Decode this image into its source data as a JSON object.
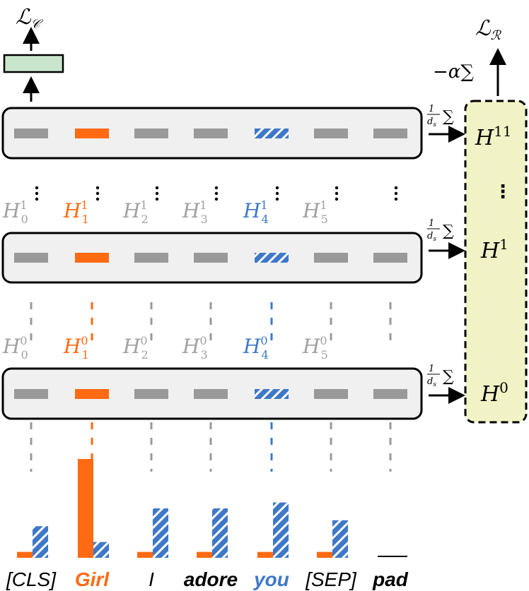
{
  "loss": {
    "classification": "ℒ",
    "classification_sub": "𝒞",
    "regularization": "ℒ",
    "regularization_sub": "ℛ",
    "alpha_sum": "−α∑"
  },
  "aggregation": {
    "scale_numerator": "1",
    "scale_denominator": "d",
    "scale_denominator_sub": "s",
    "sum_symbol": "∑"
  },
  "hidden_stack": {
    "labels": [
      {
        "base": "H",
        "sup": "11"
      },
      {
        "base": "H",
        "sup": "1"
      },
      {
        "base": "H",
        "sup": "0"
      }
    ],
    "ellipsis": "⋮"
  },
  "layers": [
    {
      "name": "layer-top"
    },
    {
      "name": "layer-1",
      "sup": "1"
    },
    {
      "name": "layer-0",
      "sup": "0"
    }
  ],
  "token_hidden_labels": {
    "base": "H",
    "indices": [
      "0",
      "1",
      "2",
      "3",
      "4",
      "5"
    ]
  },
  "tokens": [
    {
      "text": "[CLS]",
      "role": "normal"
    },
    {
      "text": "Girl",
      "role": "highlight"
    },
    {
      "text": "I",
      "role": "normal"
    },
    {
      "text": "adore",
      "role": "normal"
    },
    {
      "text": "you",
      "role": "blue"
    },
    {
      "text": "[SEP]",
      "role": "normal"
    },
    {
      "text": "pad",
      "role": "normal"
    }
  ],
  "bar_values": {
    "orange": [
      0.06,
      1.0,
      0.06,
      0.06,
      0.06,
      0.06,
      0.0
    ],
    "blue": [
      0.32,
      0.16,
      0.5,
      0.5,
      0.56,
      0.38,
      0.0
    ]
  },
  "colors": {
    "orange": "#ff6a13",
    "blue": "#3e78c9",
    "gray": "#999999",
    "layer_fill": "#f0f0f0",
    "classifier_fill": "#c9e6cc",
    "stack_fill": "#f1f3c6"
  }
}
